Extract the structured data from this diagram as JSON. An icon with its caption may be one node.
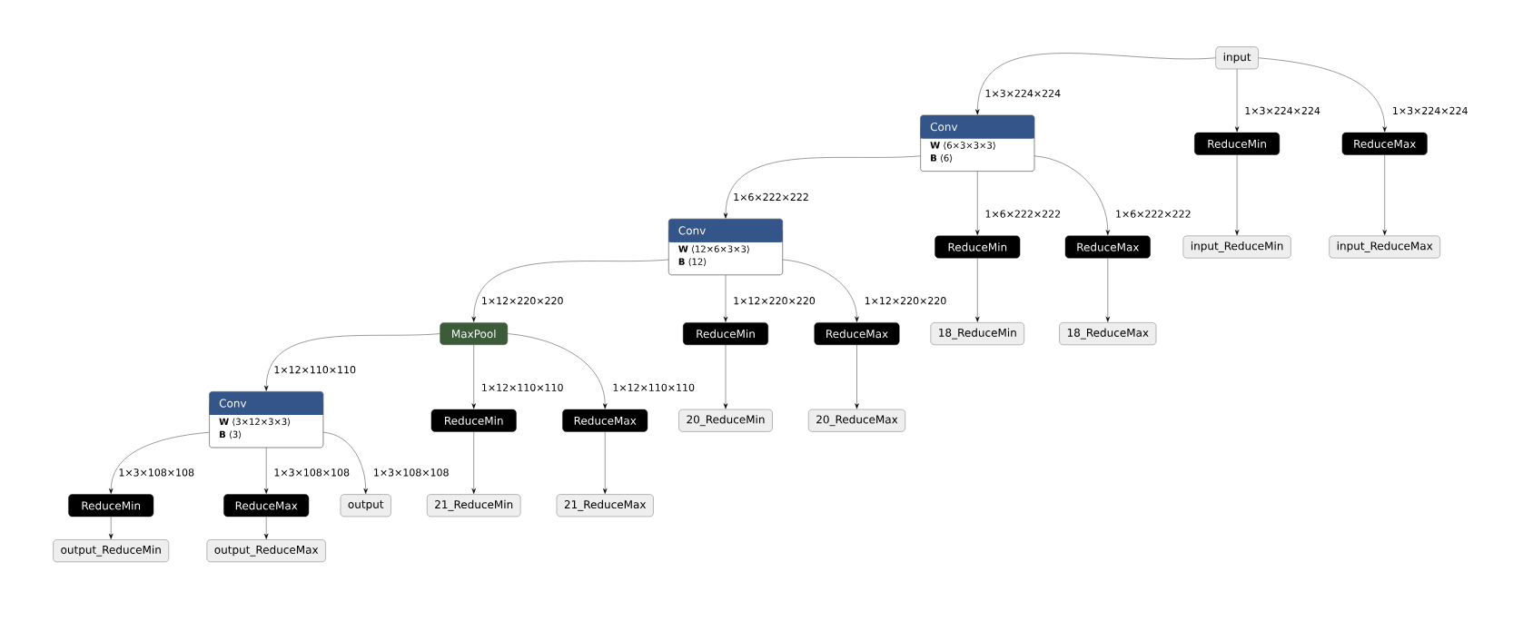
{
  "diagram": {
    "nodes": [
      {
        "text": [
          "input"
        ]
      },
      {
        "text": [
          "Conv",
          "**W** ⟨6×3×3×3⟩",
          "**B** ⟨6⟩"
        ]
      },
      {
        "text": [
          "ReduceMin"
        ]
      },
      {
        "text": [
          "ReduceMax"
        ]
      },
      {
        "text": [
          "input_ReduceMin"
        ]
      },
      {
        "text": [
          "input_ReduceMax"
        ]
      },
      {
        "text": [
          "Conv",
          "**W** ⟨12×6×3×3⟩",
          "**B** ⟨12⟩"
        ]
      },
      {
        "text": [
          "ReduceMin"
        ]
      },
      {
        "text": [
          "ReduceMax"
        ]
      },
      {
        "text": [
          "18_ReduceMin"
        ]
      },
      {
        "text": [
          "18_ReduceMax"
        ]
      },
      {
        "text": [
          "MaxPool"
        ]
      },
      {
        "text": [
          "ReduceMin"
        ]
      },
      {
        "text": [
          "ReduceMax"
        ]
      },
      {
        "text": [
          "20_ReduceMin"
        ]
      },
      {
        "text": [
          "20_ReduceMax"
        ]
      },
      {
        "text": [
          "Conv",
          "**W** ⟨3×12×3×3⟩",
          "**B** ⟨3⟩"
        ]
      },
      {
        "text": [
          "ReduceMin"
        ]
      },
      {
        "text": [
          "ReduceMax"
        ]
      },
      {
        "text": [
          "21_ReduceMin"
        ]
      },
      {
        "text": [
          "21_ReduceMax"
        ]
      },
      {
        "text": [
          "ReduceMin"
        ]
      },
      {
        "text": [
          "ReduceMax"
        ]
      },
      {
        "text": [
          "output"
        ]
      },
      {
        "text": [
          "output_ReduceMin"
        ]
      },
      {
        "text": [
          "output_ReduceMax"
        ]
      }
    ],
    "edges": [
      {
        "from": 0,
        "to": 1,
        "arrow": "to",
        "label": "1×3×224×224"
      },
      {
        "from": 0,
        "to": 2,
        "arrow": "to",
        "label": "1×3×224×224"
      },
      {
        "from": 0,
        "to": 3,
        "arrow": "to",
        "label": "1×3×224×224"
      },
      {
        "from": 2,
        "to": 4,
        "arrow": "to"
      },
      {
        "from": 3,
        "to": 5,
        "arrow": "to"
      },
      {
        "from": 1,
        "to": 6,
        "arrow": "to",
        "label": "1×6×222×222"
      },
      {
        "from": 1,
        "to": 7,
        "arrow": "to",
        "label": "1×6×222×222"
      },
      {
        "from": 1,
        "to": 8,
        "arrow": "to",
        "label": "1×6×222×222"
      },
      {
        "from": 7,
        "to": 9,
        "arrow": "to"
      },
      {
        "from": 8,
        "to": 10,
        "arrow": "to"
      },
      {
        "from": 6,
        "to": 11,
        "arrow": "to",
        "label": "1×12×220×220"
      },
      {
        "from": 6,
        "to": 12,
        "arrow": "to",
        "label": "1×12×220×220"
      },
      {
        "from": 6,
        "to": 13,
        "arrow": "to",
        "label": "1×12×220×220"
      },
      {
        "from": 12,
        "to": 14,
        "arrow": "to"
      },
      {
        "from": 13,
        "to": 15,
        "arrow": "to"
      },
      {
        "from": 11,
        "to": 16,
        "arrow": "to",
        "label": "1×12×110×110"
      },
      {
        "from": 11,
        "to": 17,
        "arrow": "to",
        "label": "1×12×110×110"
      },
      {
        "from": 11,
        "to": 18,
        "arrow": "to",
        "label": "1×12×110×110"
      },
      {
        "from": 17,
        "to": 19,
        "arrow": "to"
      },
      {
        "from": 18,
        "to": 20,
        "arrow": "to"
      },
      {
        "from": 16,
        "to": 21,
        "arrow": "to",
        "label": "1×3×108×108"
      },
      {
        "from": 16,
        "to": 22,
        "arrow": "to",
        "label": "1×3×108×108"
      },
      {
        "from": 16,
        "to": 23,
        "arrow": "to",
        "label": "1×3×108×108"
      },
      {
        "from": 21,
        "to": 24,
        "arrow": "to"
      },
      {
        "from": 22,
        "to": 25,
        "arrow": "to"
      }
    ]
  }
}
